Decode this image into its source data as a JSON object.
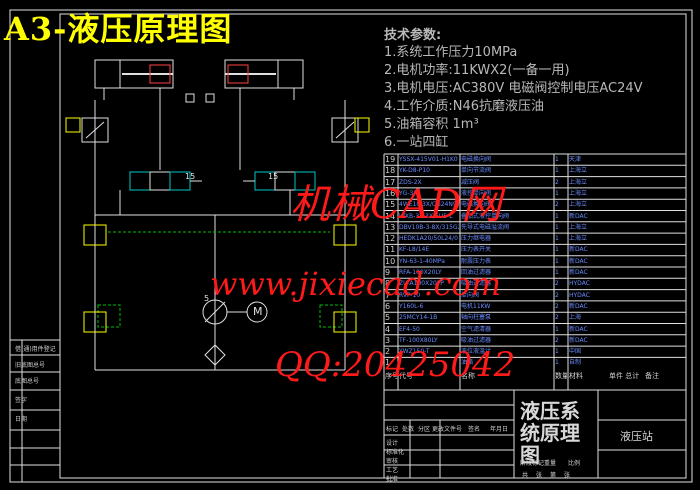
{
  "title": "A3-液压原理图",
  "tech_params": {
    "heading": "技术参数:",
    "lines": [
      "1.系统工作压力10MPa",
      "2.电机功率:11KWX2(一备一用)",
      "3.电机电压:AC380V  电磁阀控制电压AC24V",
      "4.工作介质:N46抗磨液压油",
      "5.油箱容积 1m³",
      "6.一站四缸"
    ]
  },
  "watermark": {
    "text1": "机械CAD网",
    "text2": "www.jixiecad.com",
    "text3": "QQ:20425042"
  },
  "schematic": {
    "valve_label_left": "15",
    "valve_label_right": "15",
    "pump_label": "5",
    "motor_symbol": "M"
  },
  "bom": {
    "rows": [
      {
        "no": "19",
        "code": "YSSX-415V01-H1K0",
        "name": "电磁换向阀",
        "qty": "1",
        "note": "天津"
      },
      {
        "no": "18",
        "code": "YK-D8-P10",
        "name": "单向节流阀",
        "qty": "1",
        "note": "上海立"
      },
      {
        "no": "17",
        "code": "ZDS-2X",
        "name": "减压阀",
        "qty": "2",
        "note": "上海立"
      },
      {
        "no": "16",
        "code": "YG-3X",
        "name": "液控单向阀",
        "qty": "1",
        "note": "上海立"
      },
      {
        "no": "15",
        "code": "4WE10J3X/CG24N9Z4",
        "name": "电磁换向阀",
        "qty": "2",
        "note": "上海立"
      },
      {
        "no": "14",
        "code": "WXB-32-3X/5U5-L",
        "name": "叠加式液控单向阀",
        "qty": "1",
        "note": "新DAC"
      },
      {
        "no": "13",
        "code": "DBV10B-3-8X/315G24N9Z4",
        "name": "先导式电磁溢流阀",
        "qty": "1",
        "note": "上海立"
      },
      {
        "no": "12",
        "code": "HEDK1A20/50L24/0",
        "name": "压力继电器",
        "qty": "1",
        "note": "上海立"
      },
      {
        "no": "11",
        "code": "KF-L8/14E",
        "name": "压力表开关",
        "qty": "1",
        "note": "新DAC"
      },
      {
        "no": "10",
        "code": "YN-63-1-40MPa",
        "name": "耐震压力表",
        "qty": "1",
        "note": "新DAC"
      },
      {
        "no": "9",
        "code": "RFA-100X20LY",
        "name": "回油过滤器",
        "qty": "1",
        "note": "新DAC"
      },
      {
        "no": "8",
        "code": "ZU-A100X20FP",
        "name": "吸油过滤器",
        "qty": "2",
        "note": "HYDAC"
      },
      {
        "no": "7",
        "code": "RVP-10",
        "name": "单向阀",
        "qty": "2",
        "note": "HYDAC"
      },
      {
        "no": "6",
        "code": "Y160L-6",
        "name": "电机11KW",
        "qty": "2",
        "note": "新DAC"
      },
      {
        "no": "5",
        "code": "25MCY14-1B",
        "name": "轴向柱塞泵",
        "qty": "2",
        "note": "上海"
      },
      {
        "no": "4",
        "code": "EF4-50",
        "name": "空气滤清器",
        "qty": "1",
        "note": "新DAC"
      },
      {
        "no": "3",
        "code": "TF-100X80LY",
        "name": "吸油过滤器",
        "qty": "2",
        "note": "新DAC"
      },
      {
        "no": "2",
        "code": "YWZ150-T",
        "name": "液位液温计",
        "qty": "1",
        "note": "中国"
      },
      {
        "no": "1",
        "code": "",
        "name": "油箱",
        "qty": "1",
        "note": "自制"
      }
    ],
    "header": {
      "no": "序号",
      "code": "代号",
      "name": "名称",
      "qty": "数量",
      "mat": "材料",
      "weight": "单件 总计",
      "note": "备注"
    }
  },
  "title_block": {
    "drawing_name": "液压系统原理图",
    "project": "液压站",
    "row_labels": [
      "标记",
      "处数",
      "分区",
      "更改文件号",
      "签名",
      "年月日"
    ],
    "design_labels": [
      "设计",
      "标准化",
      "审核",
      "工艺",
      "批准"
    ],
    "stage_labels": [
      "阶段标记",
      "重量",
      "比例"
    ],
    "sheet_labels": [
      "共",
      "张",
      "第",
      "张"
    ]
  },
  "side_strip": {
    "labels": [
      "借(通)用件登记",
      "旧底图总号",
      "底图总号",
      "签字",
      "日期"
    ]
  },
  "colors": {
    "background": "#000000",
    "line_white": "#e0e0e0",
    "title_yellow": "#ffff00",
    "watermark_red": "#ff1a1a",
    "hydraulic_green": "#00c000",
    "component_cyan": "#00c8c8"
  }
}
